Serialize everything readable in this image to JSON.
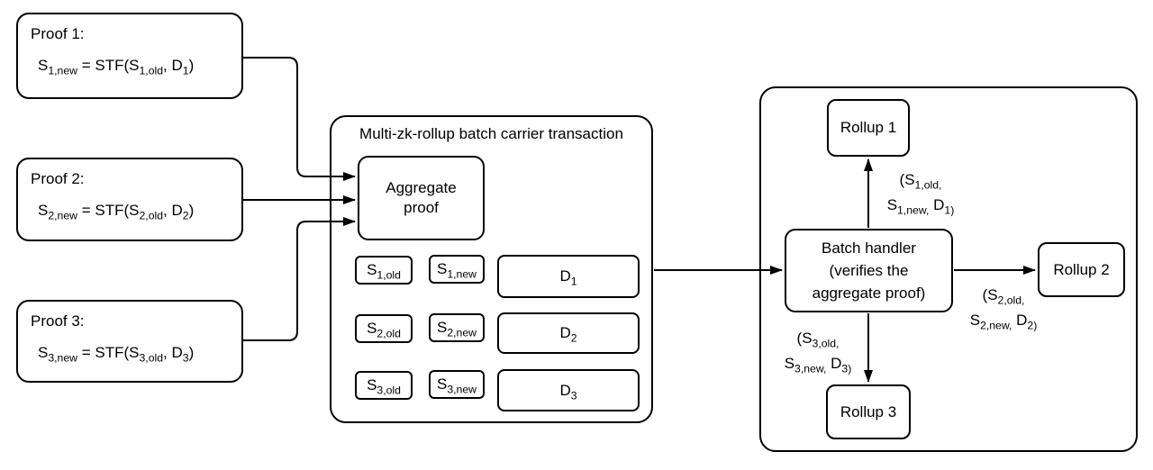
{
  "proofs": [
    {
      "title": "Proof 1:",
      "formula": "S_{1,new} = STF(S_{1,old}, D_{1})"
    },
    {
      "title": "Proof 2:",
      "formula": "S_{2,new} = STF(S_{2,old}, D_{2})"
    },
    {
      "title": "Proof 3:",
      "formula": "S_{3,new} = STF(S_{3,old}, D_{3})"
    }
  ],
  "carrier": {
    "title": "Multi-zk-rollup batch carrier transaction",
    "aggregate_proof": "Aggregate proof",
    "rows": [
      {
        "s_old": "S_{1,old}",
        "s_new": "S_{1,new}",
        "data": "D_{1}"
      },
      {
        "s_old": "S_{2,old}",
        "s_new": "S_{2,new}",
        "data": "D_{2}"
      },
      {
        "s_old": "S_{3,old}",
        "s_new": "S_{3,new}",
        "data": "D_{3}"
      }
    ]
  },
  "verifier": {
    "batch_handler_lines": [
      "Batch handler",
      "(verifies the",
      "aggregate proof)"
    ],
    "rollup1": "Rollup 1",
    "rollup2": "Rollup 2",
    "rollup3": "Rollup 3",
    "edge_to_rollup1": [
      "(S_{1,old,}",
      "S_{1,new,} D_{1)}"
    ],
    "edge_to_rollup2": [
      "(S_{2,old,}",
      "S_{2,new,} D_{2)}"
    ],
    "edge_to_rollup3": [
      "(S_{3,old,}",
      "S_{3,new,} D_{3)}"
    ]
  },
  "colors": {
    "stroke": "#000000",
    "text": "#000000",
    "background": "#ffffff"
  }
}
